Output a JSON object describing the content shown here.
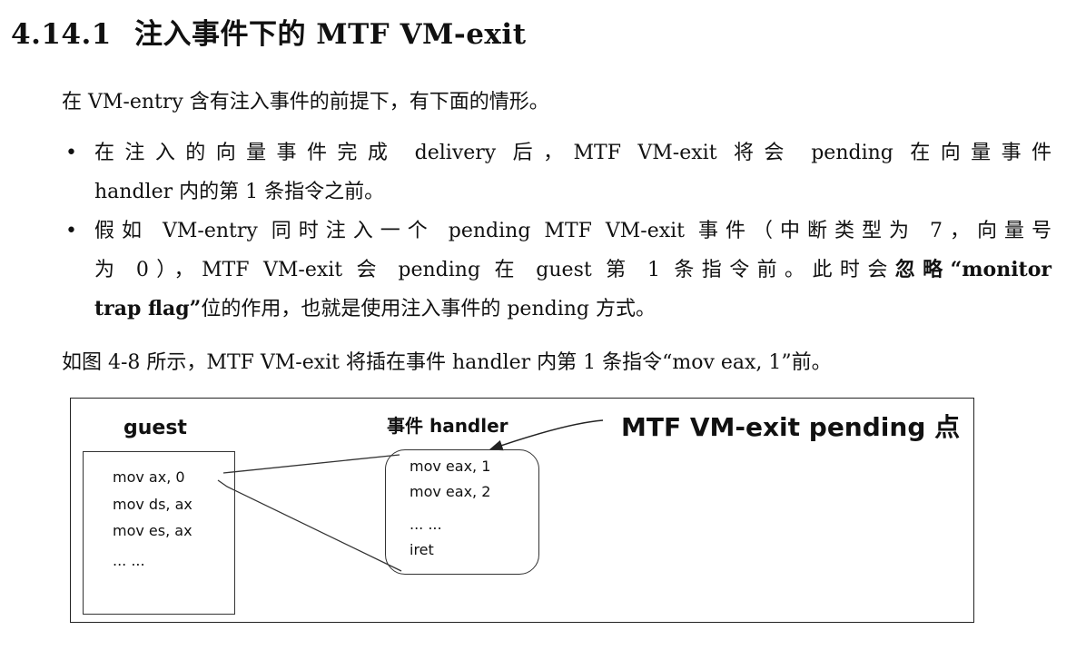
{
  "heading": {
    "number": "4.14.1",
    "title": "注入事件下的 MTF VM-exit"
  },
  "intro": "在 VM-entry 含有注入事件的前提下，有下面的情形。",
  "bullets": [
    {
      "dot": "•",
      "lines": [
        "在注入的向量事件完成 delivery 后，MTF VM-exit 将会 pending 在向量事件",
        "handler 内的第 1 条指令之前。"
      ]
    },
    {
      "dot": "•",
      "line1": "假如 VM-entry 同时注入一个 pending MTF VM-exit 事件（中断类型为 7，向量号",
      "line2_pre": "为 0），MTF VM-exit 会 pending 在 guest 第 1 条指令前。此时会",
      "line2_bold": "忽略“monitor",
      "line3_bold": "trap flag”",
      "line3_post": "位的作用，也就是使用注入事件的 pending 方式。"
    }
  ],
  "closing": "如图 4-8 所示，MTF VM-exit 将插在事件 handler 内第 1 条指令“mov eax, 1”前。",
  "figure": {
    "guest_title": "guest",
    "guest_lines": [
      "mov ax, 0",
      "mov ds, ax",
      "mov es, ax",
      "... ..."
    ],
    "handler_title": "事件 handler",
    "handler_lines": [
      "mov eax,  1",
      "mov eax,  2",
      "... ...",
      "iret"
    ],
    "pending_label": "MTF VM-exit pending 点"
  }
}
